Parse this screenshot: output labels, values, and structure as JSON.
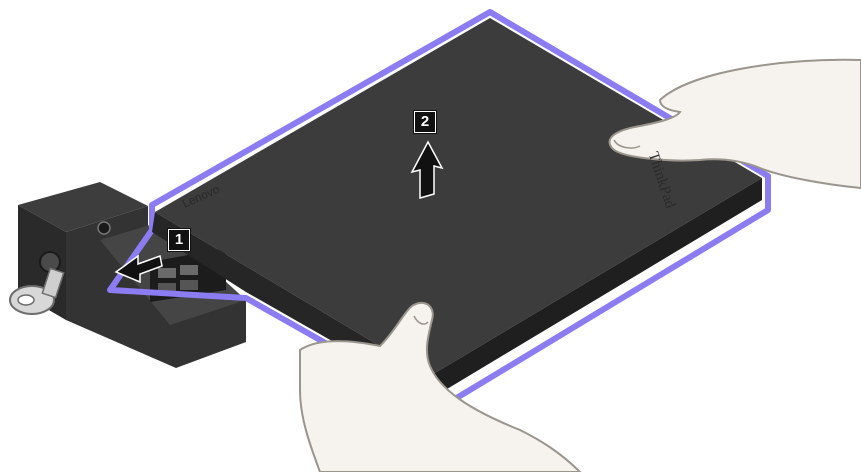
{
  "steps": {
    "step1": "1",
    "step2": "2"
  },
  "brands": {
    "laptop_lid": "Lenovo",
    "laptop_logo": "ThinkPad"
  },
  "colors": {
    "highlight_outline": "#8b7cf2",
    "laptop_body": "#3c3c3c",
    "dock_body": "#2e2e2e",
    "skin": "#f6f3ee",
    "skin_outline": "#9a958d",
    "arrow": "#111111"
  },
  "icons": [
    "laptop-outline",
    "docking-station",
    "key-icon",
    "arrow-left-icon",
    "arrow-up-icon",
    "left-hand",
    "right-hand"
  ]
}
